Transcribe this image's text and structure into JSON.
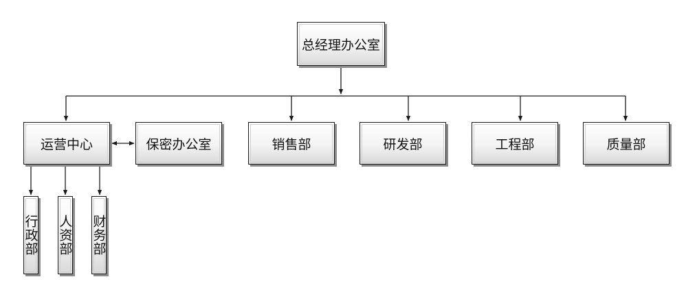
{
  "org_chart": {
    "root": {
      "label": "总经理办公室"
    },
    "departments": {
      "operations_center": "运营中心",
      "confidential_office": "保密办公室",
      "sales": "销售部",
      "rnd": "研发部",
      "engineering": "工程部",
      "quality": "质量部"
    },
    "operations_sub": {
      "administration": "行政部",
      "human_resources": "人资部",
      "finance": "财务部"
    }
  },
  "colors": {
    "line": "#1a1a1a",
    "box_gradient_top": "#ffffff",
    "box_gradient_bottom": "#d9d9d9",
    "shadow": "#8c8c8c"
  }
}
